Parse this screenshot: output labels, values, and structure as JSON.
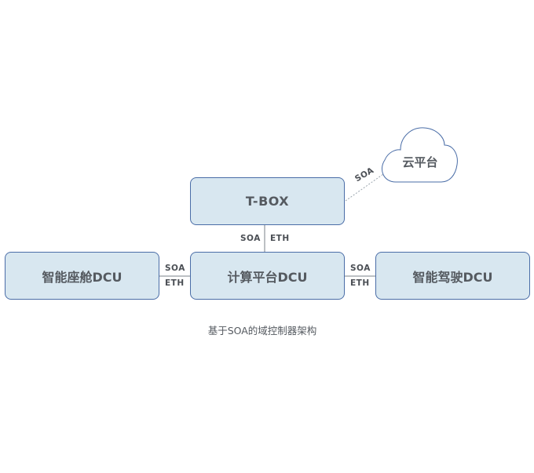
{
  "nodes": {
    "tbox": "T-BOX",
    "compute": "计算平台DCU",
    "cockpit": "智能座舱DCU",
    "adas": "智能驾驶DCU",
    "cloud": "云平台"
  },
  "links": {
    "tbox_cloud": "SOA",
    "tbox_compute": [
      "SOA",
      "ETH"
    ],
    "cockpit_compute": [
      "SOA",
      "ETH"
    ],
    "compute_adas": [
      "SOA",
      "ETH"
    ]
  },
  "caption": "基于SOA的域控制器架构"
}
